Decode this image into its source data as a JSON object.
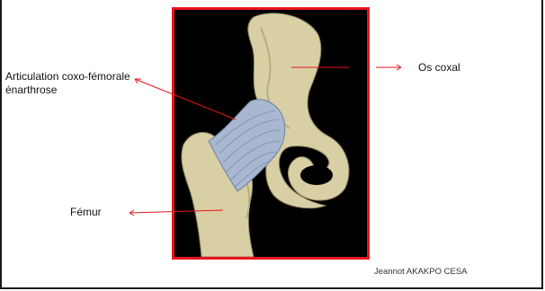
{
  "labels": {
    "articulation_line1": "Articulation coxo-fémorale",
    "articulation_line2": "énarthrose",
    "os_coxal": "Os coxal",
    "femur": "Fémur"
  },
  "credit": "Jeannot AKAKPO CESA",
  "colors": {
    "frame": "#e8141c",
    "pointer": "#e8141c",
    "bone": "#d9cfa4",
    "ligament": "#a9b8d1"
  }
}
